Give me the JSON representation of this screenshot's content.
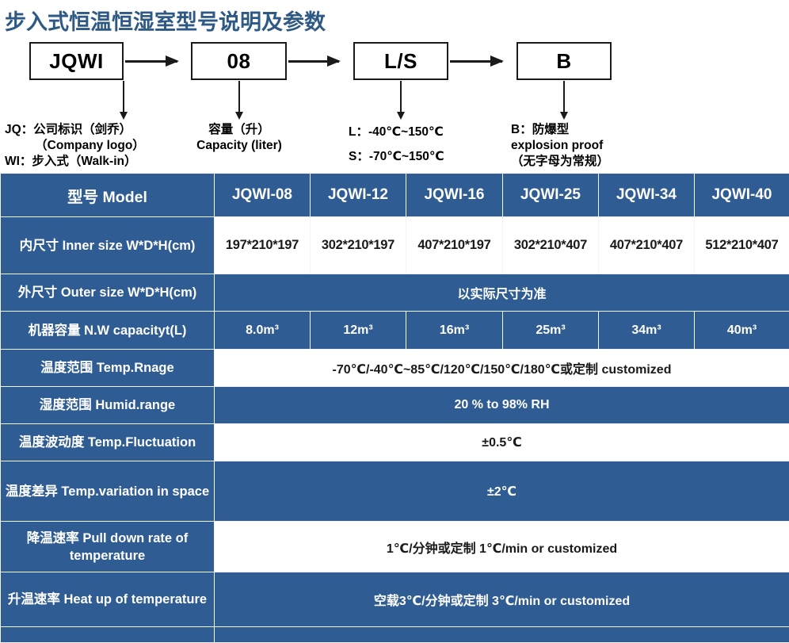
{
  "page": {
    "title": "步入式恒温恒湿室型号说明及参数",
    "title_color": "#2e5984",
    "table_blue": "#2f5c92"
  },
  "diagram": {
    "boxes": [
      {
        "label": "JQWI"
      },
      {
        "label": "08"
      },
      {
        "label": "L/S"
      },
      {
        "label": "B"
      }
    ],
    "legends": [
      {
        "lines": [
          "JQ：公司标识（剑乔）",
          "（Company logo）",
          "WI：步入式（Walk-in）"
        ],
        "align": [
          "left",
          "center",
          "left"
        ]
      },
      {
        "lines": [
          "容量（升）",
          "Capacity (liter)"
        ],
        "align": [
          "center",
          "center"
        ]
      },
      {
        "lines": [
          "L：-40℃~150℃",
          "",
          "S：-70℃~150℃"
        ],
        "align": [
          "left",
          "left",
          "left"
        ]
      },
      {
        "lines": [
          "B：防爆型",
          "explosion proof",
          "（无字母为常规）"
        ],
        "align": [
          "left",
          "left",
          "left"
        ]
      }
    ]
  },
  "table": {
    "header": {
      "label": "型号 Model",
      "models": [
        "JQWI-08",
        "JQWI-12",
        "JQWI-16",
        "JQWI-25",
        "JQWI-34",
        "JQWI-40"
      ]
    },
    "rows": [
      {
        "label": "内尺寸 Inner size W*D*H(cm)",
        "type": "cells",
        "style": "white",
        "values": [
          "197*210*197",
          "302*210*197",
          "407*210*197",
          "302*210*407",
          "407*210*407",
          "512*210*407"
        ]
      },
      {
        "label": "外尺寸 Outer size W*D*H(cm)",
        "type": "span",
        "style": "blue",
        "value": "以实际尺寸为准"
      },
      {
        "label": "机器容量 N.W capacityt(L)",
        "type": "cells",
        "style": "blue",
        "values": [
          "8.0m³",
          "12m³",
          "16m³",
          "25m³",
          "34m³",
          "40m³"
        ]
      },
      {
        "label": "温度范围 Temp.Rnage",
        "type": "span",
        "style": "white",
        "value": "-70℃/-40℃~85℃/120℃/150℃/180℃或定制 customized"
      },
      {
        "label": "湿度范围 Humid.range",
        "type": "span",
        "style": "blue",
        "value": "20 % to 98% RH"
      },
      {
        "label": "温度波动度 Temp.Fluctuation",
        "type": "span",
        "style": "white",
        "value": "±0.5℃"
      },
      {
        "label": "温度差异 Temp.variation in space",
        "type": "span",
        "style": "blue",
        "value": "±2℃"
      },
      {
        "label": "降温速率 Pull down rate of temperature",
        "type": "span",
        "style": "white",
        "value": "1℃/分钟或定制   1℃/min or customized"
      },
      {
        "label": "升温速率 Heat up of temperature",
        "type": "span",
        "style": "blue",
        "value": "空载3℃/分钟或定制 3℃/min or customized"
      },
      {
        "label": "",
        "type": "span",
        "style": "blue",
        "value": ""
      }
    ]
  }
}
